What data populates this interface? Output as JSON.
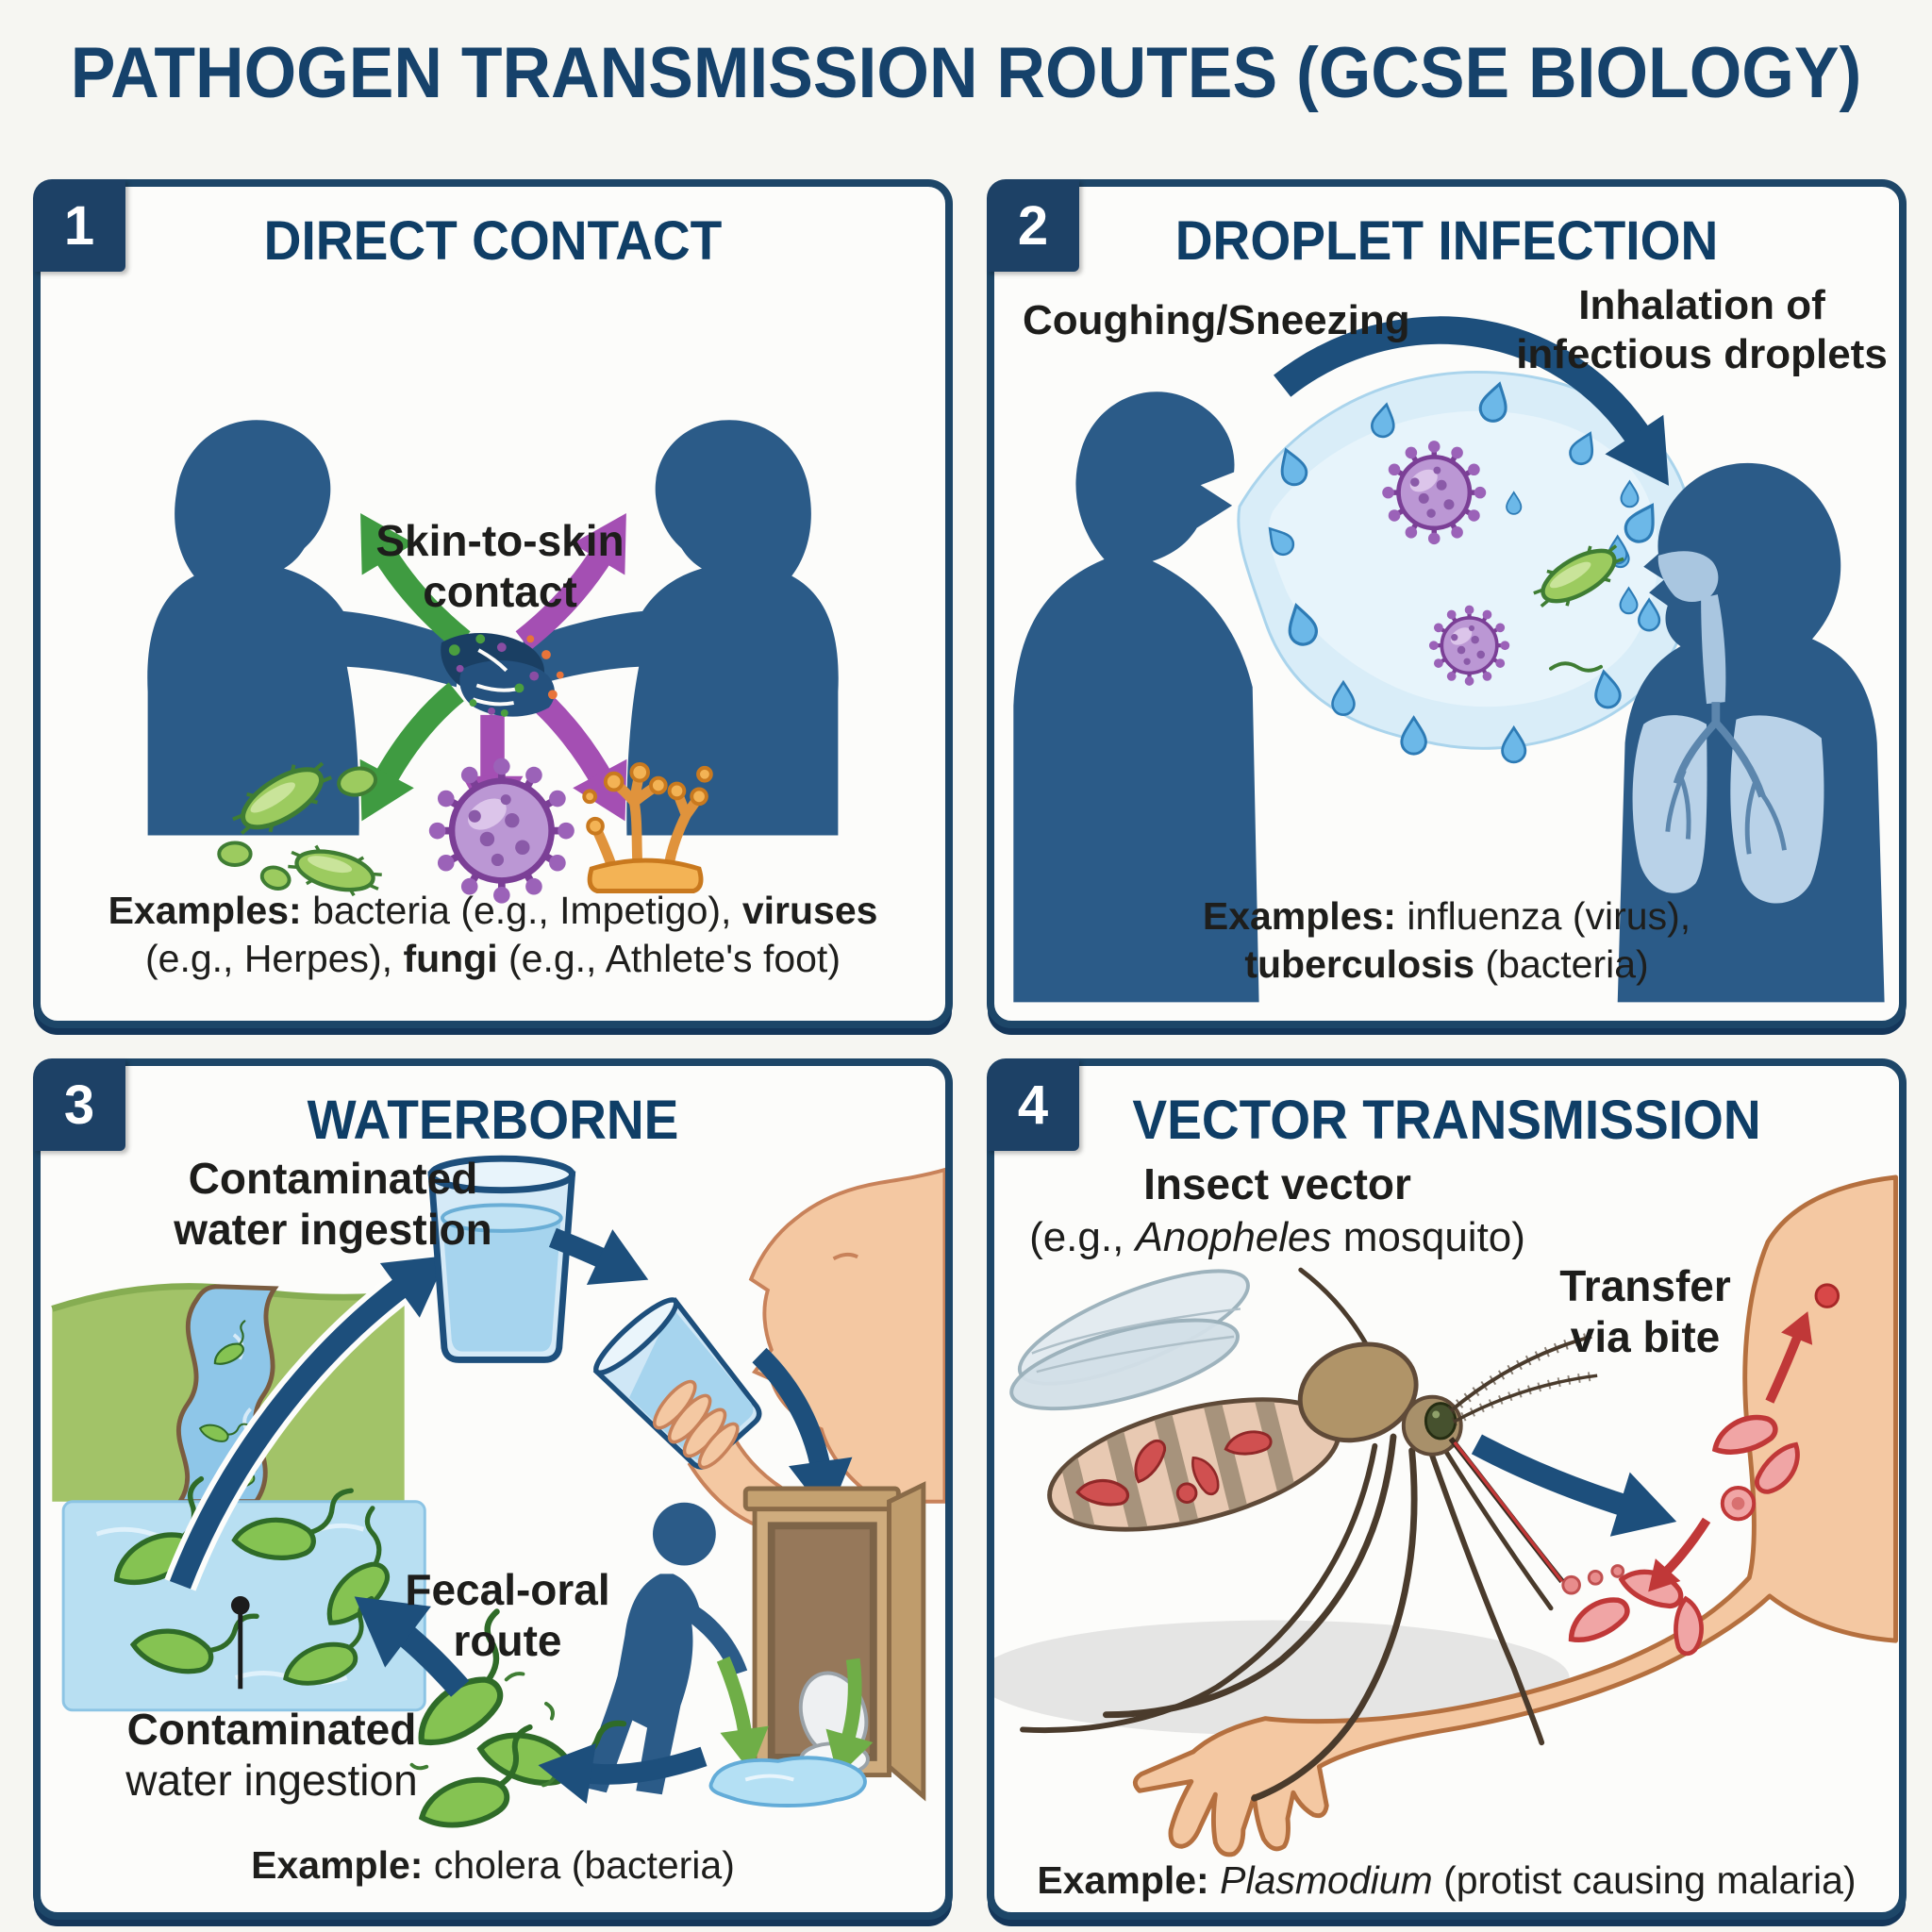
{
  "title": "PATHOGEN TRANSMISSION ROUTES (GCSE BIOLOGY)",
  "colors": {
    "panel_border_navy": "#1d4668",
    "badge_navy": "#1d4166",
    "heading_navy": "#0f3e66",
    "silhouette_blue": "#2b5b88",
    "arrow_navy": "#1d4f7c",
    "arrow_green": "#3f9b41",
    "arrow_purple": "#a44fb3",
    "bacteria_green": "#9ccb5f",
    "virus_purple": "#bb97d4",
    "fungus_orange": "#f3b355",
    "droplet_blue": "#6cb8e8",
    "skin_tone": "#f4c8a2",
    "blood_red": "#c03838",
    "text_black": "#1e1e1c"
  },
  "icons": {
    "panel1": [
      "person-silhouette-icon",
      "handshake-icon",
      "transfer-arrow-icon",
      "bacteria-icon",
      "virus-icon",
      "fungus-icon"
    ],
    "panel2": [
      "coughing-person-icon",
      "droplet-icon",
      "virus-icon",
      "bacteria-icon",
      "inhalation-arc-arrow-icon",
      "lungs-icon"
    ],
    "panel3": [
      "river-icon",
      "water-glass-icon",
      "drinking-person-icon",
      "outhouse-toilet-icon",
      "walking-person-icon",
      "puddle-icon",
      "vibrio-bacteria-icon",
      "callout-dot-icon"
    ],
    "panel4": [
      "mosquito-icon",
      "arm-icon",
      "blood-parasite-icon",
      "bite-spot-icon",
      "transfer-arrow-icon"
    ]
  },
  "panels": {
    "direct_contact": {
      "number": "1",
      "title": "DIRECT CONTACT",
      "center_label": [
        "Skin-to-skin",
        "contact"
      ],
      "example_line1": [
        "Examples:",
        " bacteria (e.g., Impetigo), ",
        "viruses"
      ],
      "example_line2": [
        "(e.g., Herpes), ",
        "fungi",
        " (e.g., Athlete's foot)"
      ]
    },
    "droplet_infection": {
      "number": "2",
      "title": "DROPLET INFECTION",
      "cough_label": "Coughing/Sneezing",
      "inhale_label": [
        "Inhalation of",
        "infectious droplets"
      ],
      "example_line1": [
        "Examples:",
        " influenza (virus),"
      ],
      "example_line2": [
        "tuberculosis",
        " (bacteria)"
      ]
    },
    "waterborne": {
      "number": "3",
      "title": "WATERBORNE",
      "ingestion_label_top": [
        "Contaminated",
        "water ingestion"
      ],
      "fecal_label": [
        "Fecal-oral",
        "route"
      ],
      "ingestion_label_bottom": [
        "Contaminated",
        "water ingestion"
      ],
      "example_line": [
        "Example:",
        " cholera (bacteria)"
      ]
    },
    "vector_transmission": {
      "number": "4",
      "title": "VECTOR TRANSMISSION",
      "vector_label_line1": "Insect vector",
      "vector_label_line2": [
        "(e.g., ",
        "Anopheles",
        " mosquito)"
      ],
      "bite_label": [
        "Transfer",
        "via bite"
      ],
      "example_line": [
        "Example:",
        " Plasmodium",
        " (protist causing malaria)"
      ]
    }
  }
}
